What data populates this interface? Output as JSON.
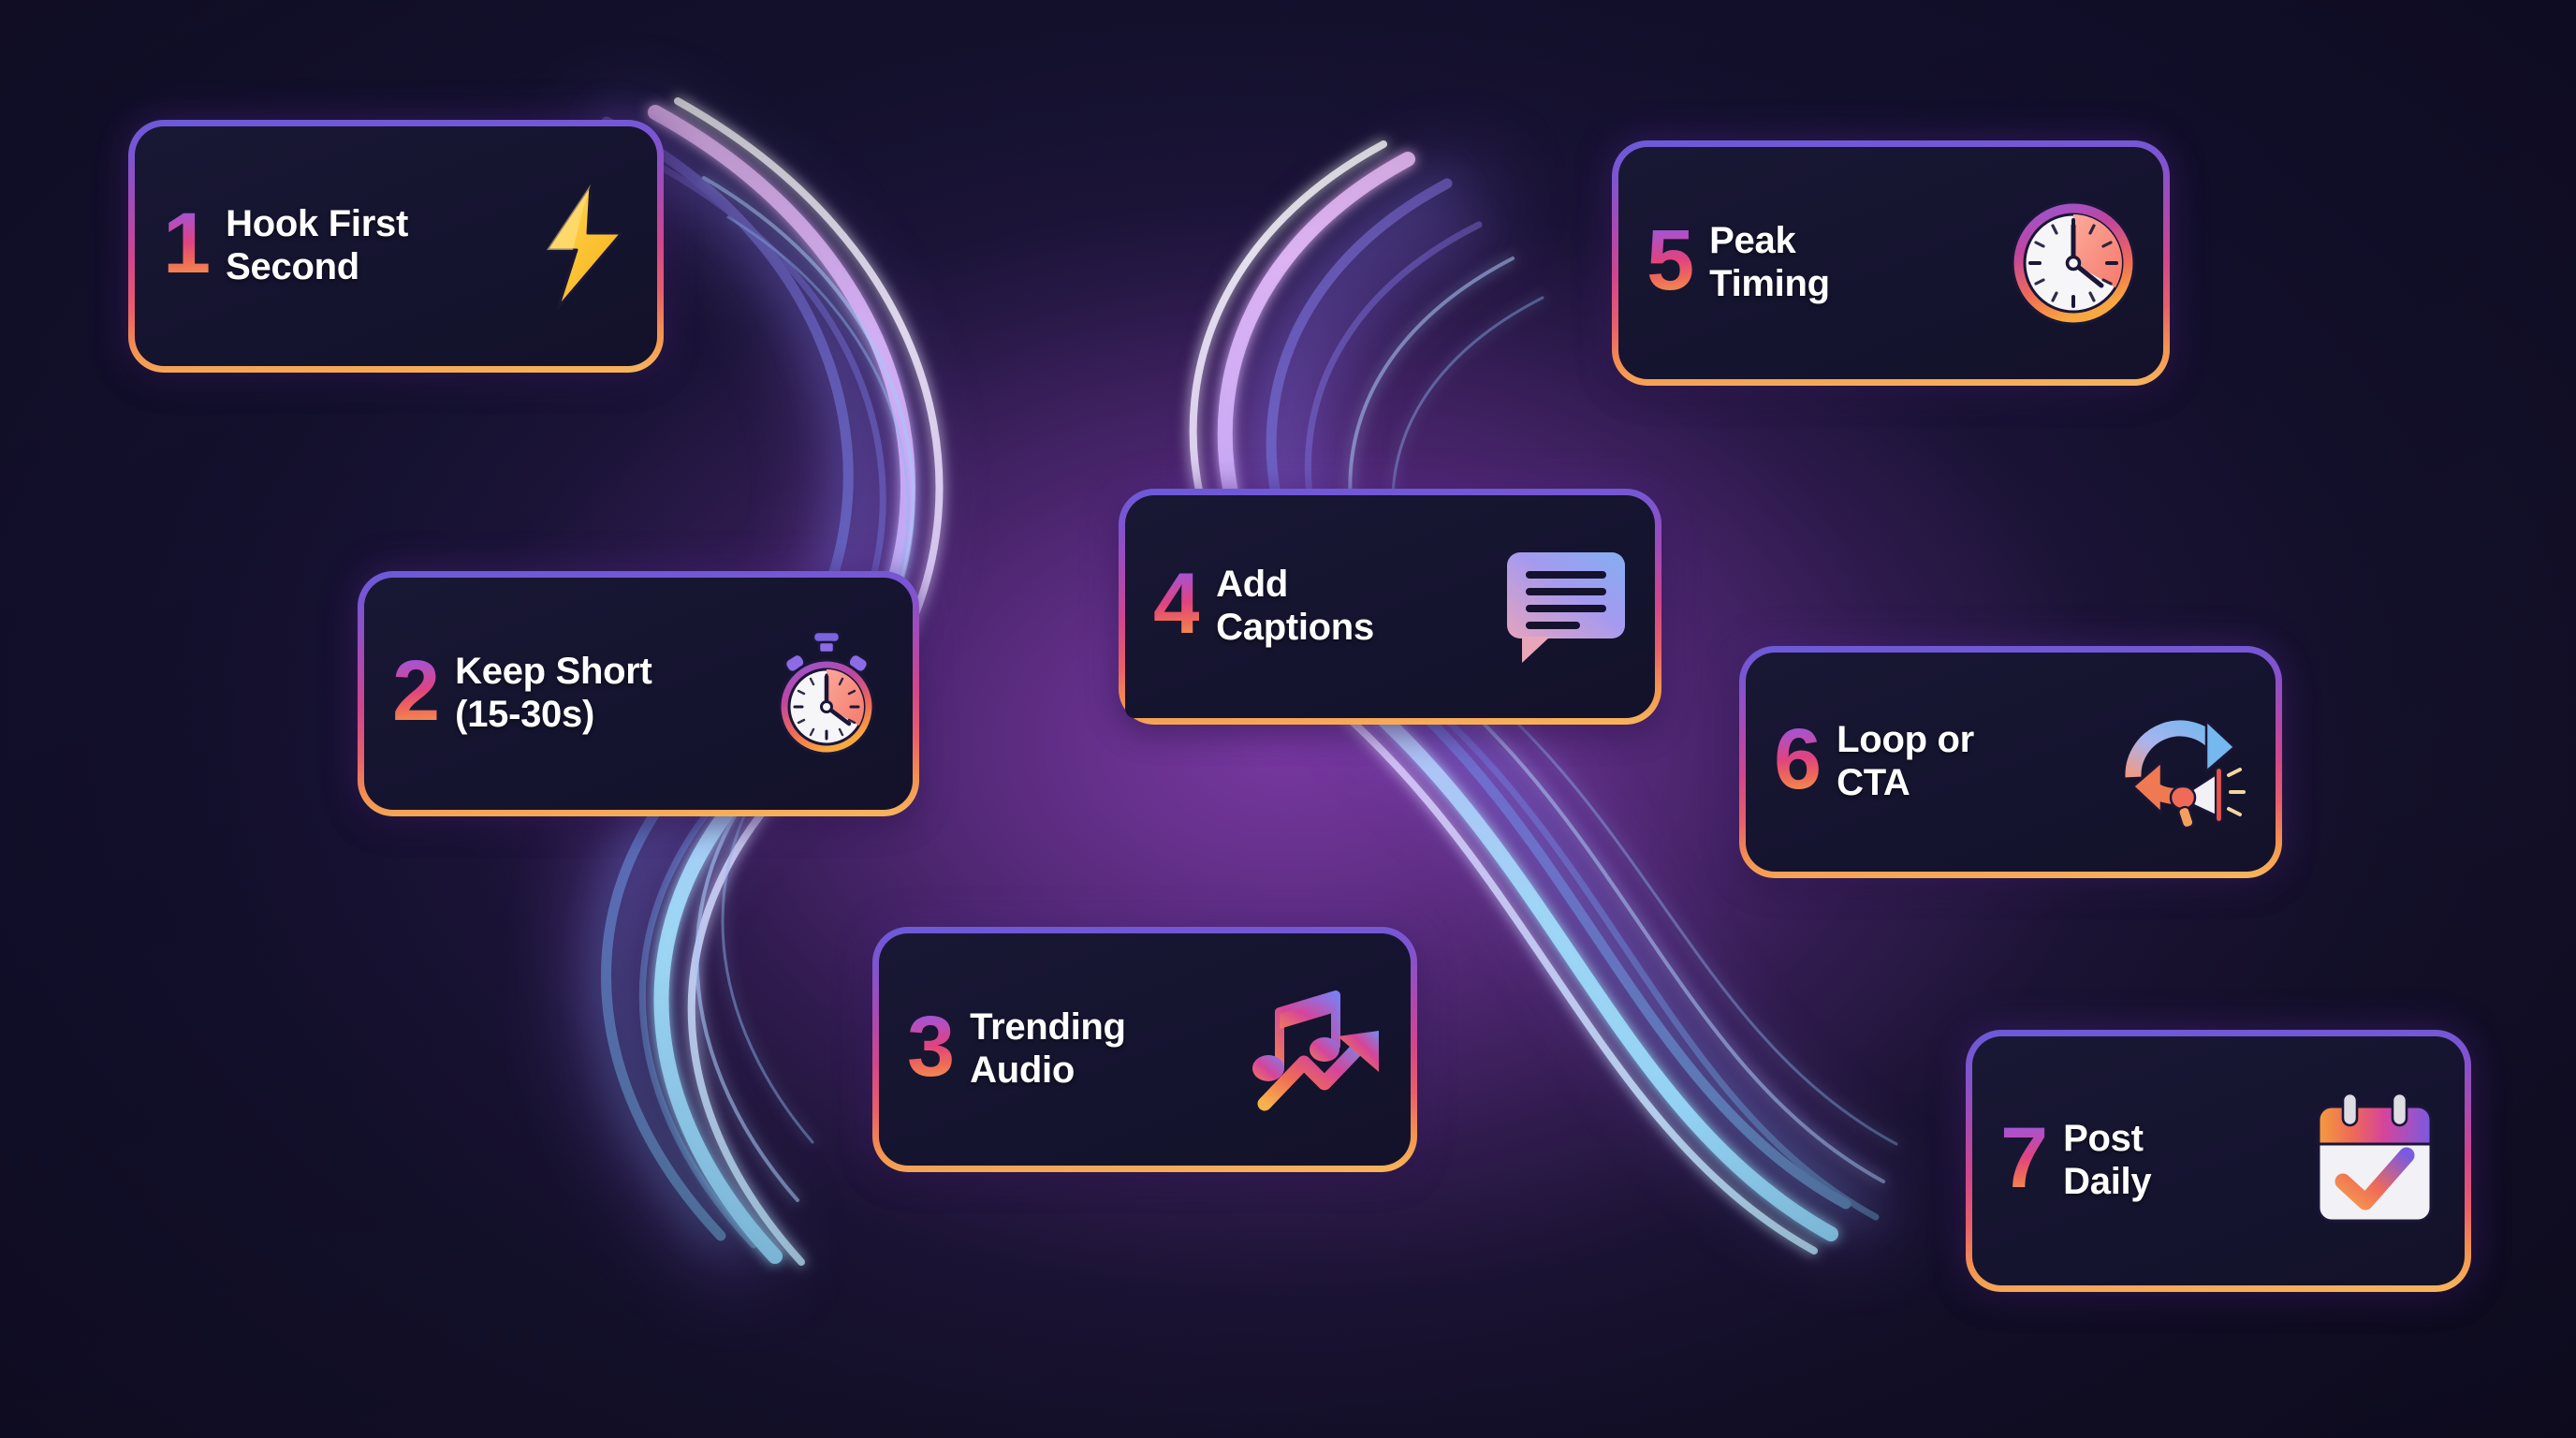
{
  "infographic": {
    "theme": {
      "background_dark": "#141130",
      "background_glow_purple": "#7e3aa8",
      "card_fill": "#191834",
      "border_gradient_start": "#6b5ad9",
      "border_gradient_mid": "#d2468c",
      "border_gradient_end": "#f7b65c",
      "text_color": "#ffffff",
      "accent_yellow": "#f7c141",
      "accent_coral": "#f4806f",
      "accent_blue": "#7fb6ee"
    },
    "cards": [
      {
        "number": "1",
        "label": "Hook First\nSecond",
        "icon": "lightning-bolt-icon"
      },
      {
        "number": "2",
        "label": "Keep Short\n(15-30s)",
        "icon": "stopwatch-icon"
      },
      {
        "number": "3",
        "label": "Trending\nAudio",
        "icon": "music-trend-icon"
      },
      {
        "number": "4",
        "label": "Add\nCaptions",
        "icon": "speech-bubble-icon"
      },
      {
        "number": "5",
        "label": "Peak\nTiming",
        "icon": "clock-icon"
      },
      {
        "number": "6",
        "label": "Loop or\nCTA",
        "icon": "loop-megaphone-icon"
      },
      {
        "number": "7",
        "label": "Post\nDaily",
        "icon": "calendar-check-icon"
      }
    ]
  }
}
